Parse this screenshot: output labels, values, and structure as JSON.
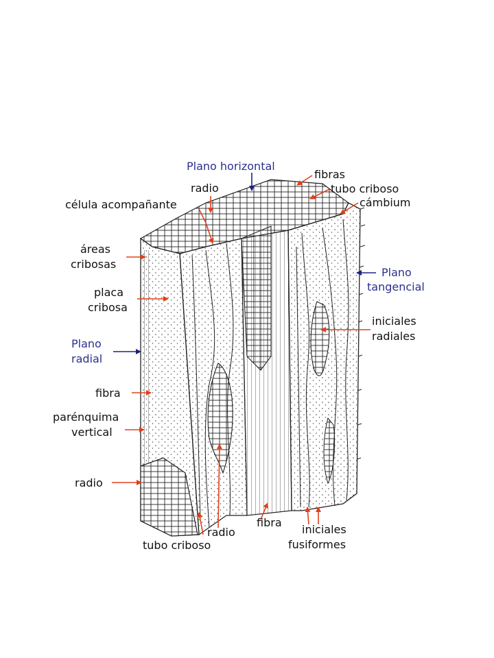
{
  "colors": {
    "background": "#ffffff",
    "label_black": "#111111",
    "label_blue": "#2b2f8f",
    "arrow_red": "#e0401a",
    "arrow_blue": "#1c2280",
    "ink": "#222222"
  },
  "labels": {
    "plano_horizontal": "Plano horizontal",
    "fibras": "fibras",
    "radio_top": "radio",
    "tubo_criboso_top": "tubo criboso",
    "celula_acompanante": "célula acompañante",
    "cambium": "cámbium",
    "areas_1": "áreas",
    "areas_2": "cribosas",
    "plano_tangencial_1": "Plano",
    "plano_tangencial_2": "tangencial",
    "placa_1": "placa",
    "placa_2": "cribosa",
    "iniciales_radiales_1": "iniciales",
    "iniciales_radiales_2": "radiales",
    "plano_radial_1": "Plano",
    "plano_radial_2": "radial",
    "fibra_left": "fibra",
    "parenquima_1": "parénquima",
    "parenquima_2": "vertical",
    "radio_left": "radio",
    "radio_bottom": "radio",
    "tubo_criboso_bottom": "tubo criboso",
    "fibra_bottom": "fibra",
    "iniciales_fusiformes_1": "iniciales",
    "iniciales_fusiformes_2": "fusiformes"
  }
}
